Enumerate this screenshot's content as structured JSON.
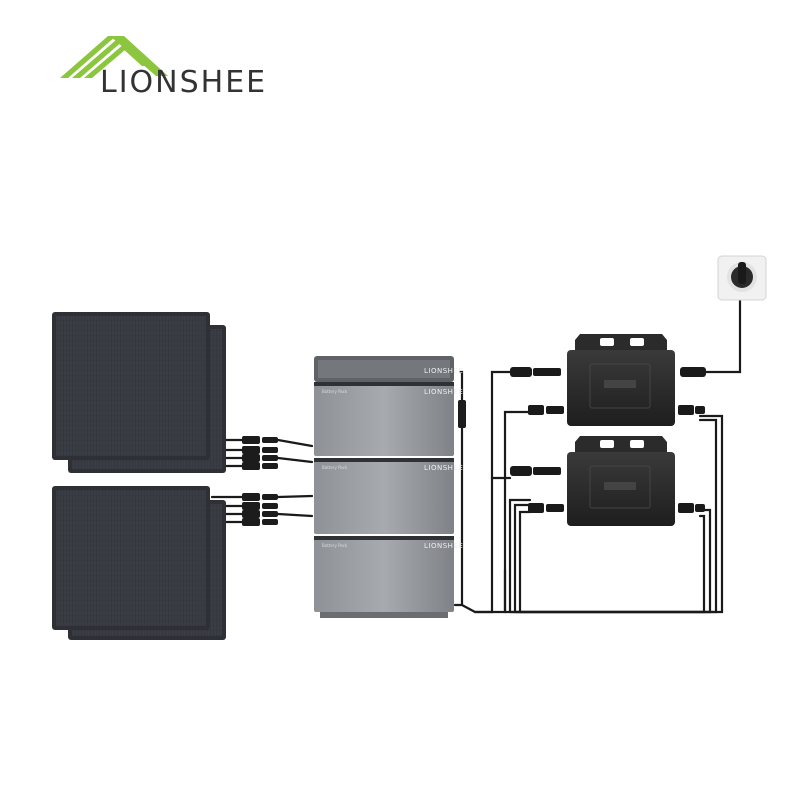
{
  "brand": {
    "name": "LIONSHEE",
    "roof_color": "#8cc63f",
    "text_color": "#333333"
  },
  "battery": {
    "module_brand": "LIONSHEE",
    "module_label": "Battery Pack",
    "module_count": 3
  },
  "solar_panels": {
    "count": 4
  },
  "inverters": {
    "count": 2
  },
  "outlet": {
    "count": 1
  }
}
